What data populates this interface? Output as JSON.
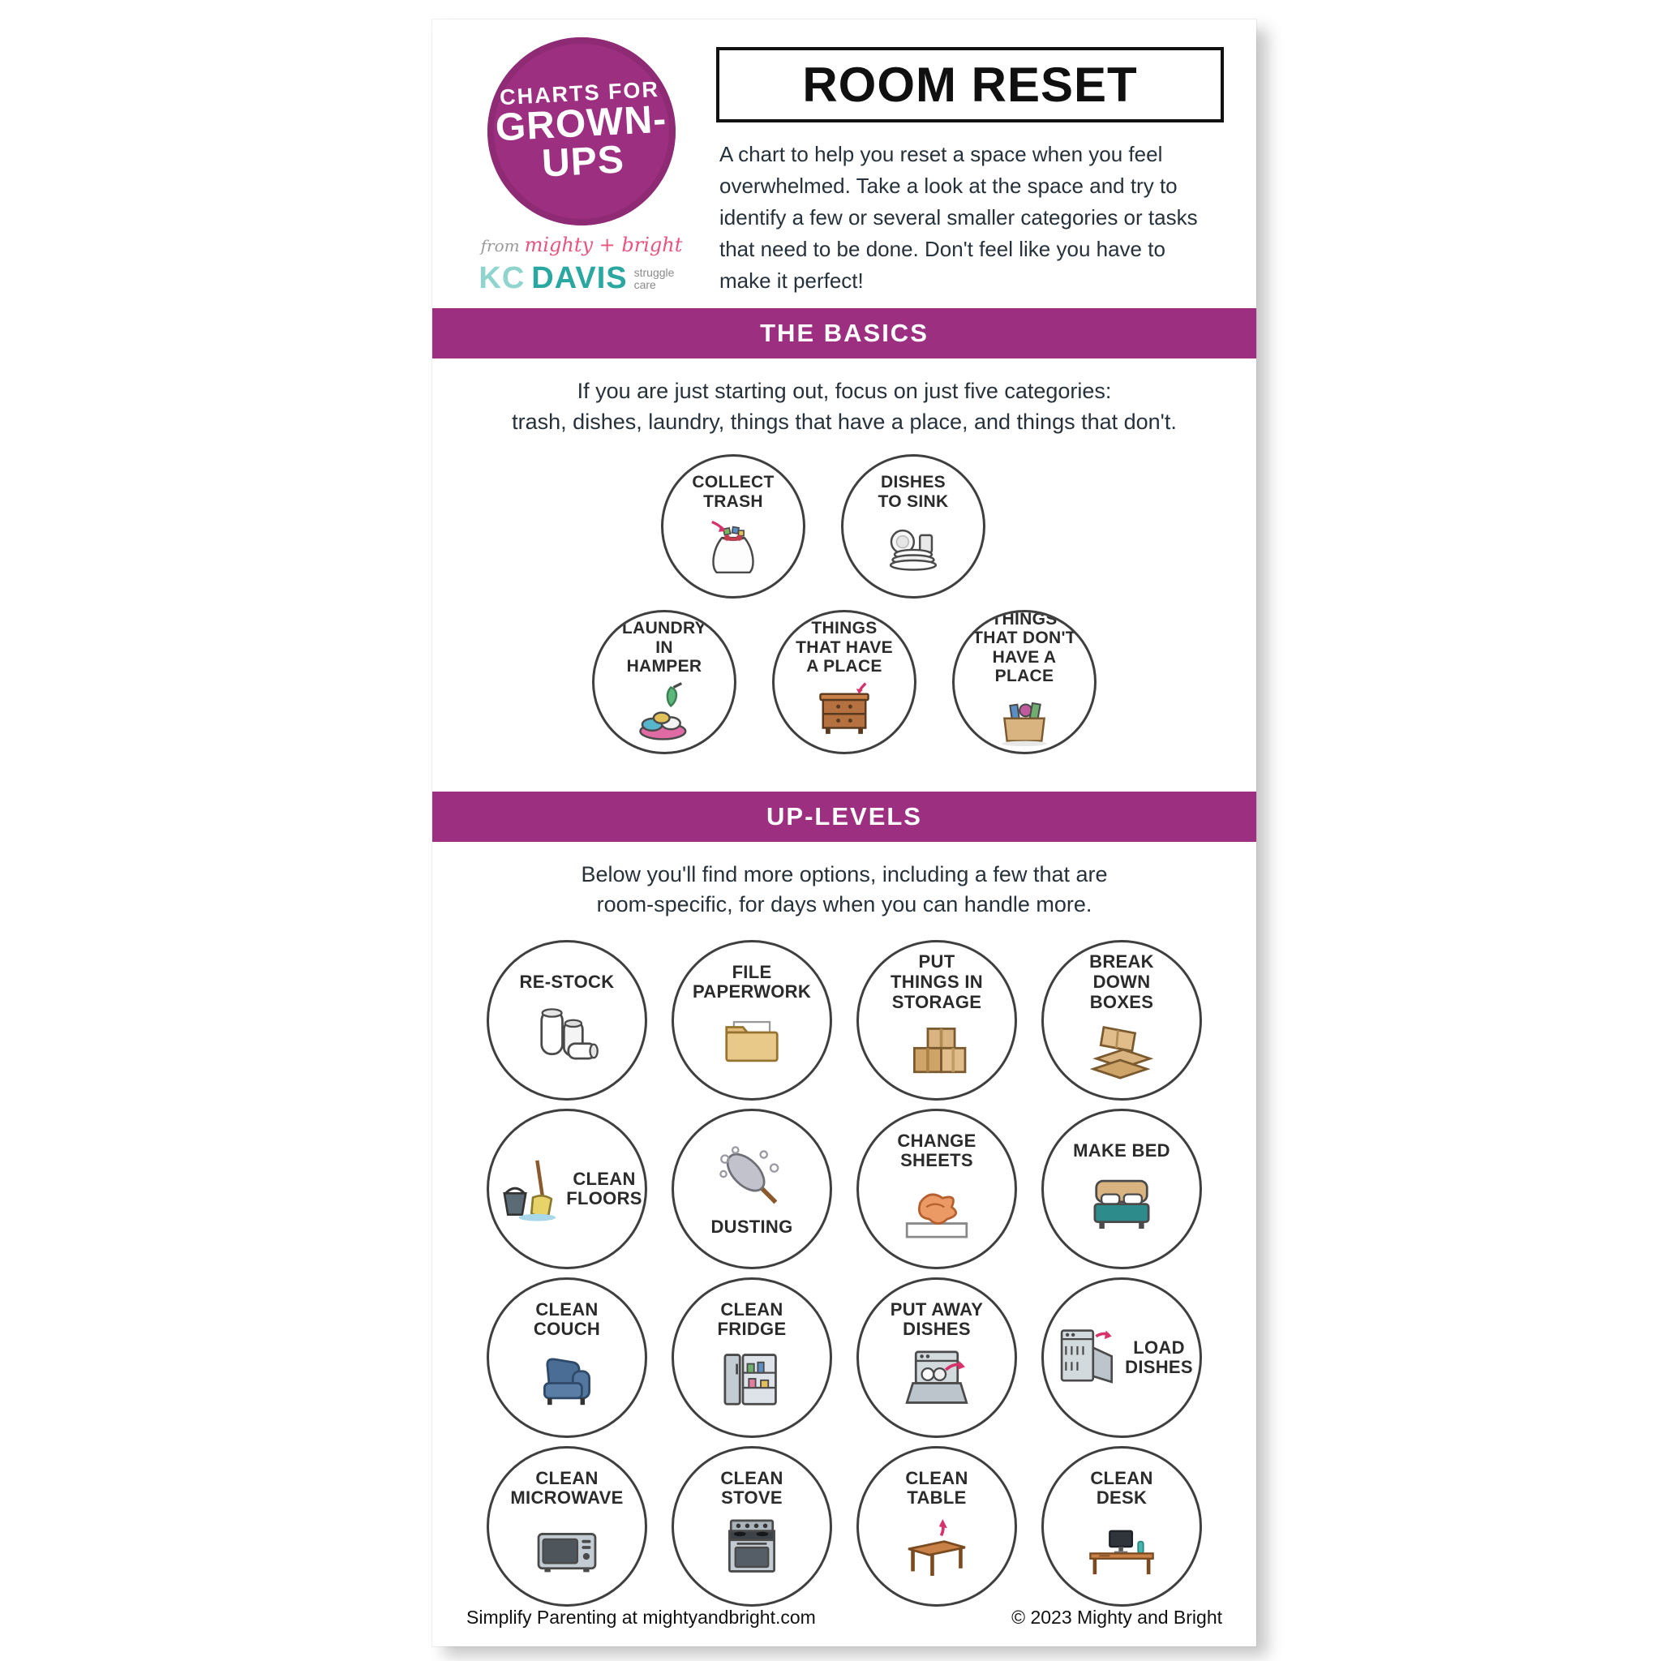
{
  "colors": {
    "accent_purple": "#9c2f80",
    "brand_pink": "#e8547e",
    "brand_teal": "#2aa7a0"
  },
  "logo": {
    "line1": "CHARTS FOR",
    "line2": "GROWN-",
    "line3": "UPS",
    "from_text": "from",
    "brand_script": "mighty + bright",
    "kc_first": "KC",
    "kc_last": "DAVIS",
    "kc_sub": "struggle care"
  },
  "header": {
    "title": "ROOM RESET",
    "description": "A chart to help you reset a space when you feel overwhelmed. Take a look at the space and try to identify a few or several smaller categories or tasks that need to be done. Don't feel like you have to make it perfect!"
  },
  "sections": {
    "basics": {
      "banner": "THE BASICS",
      "intro_line1": "If you are just starting out, focus on just five categories:",
      "intro_line2": "trash, dishes, laundry, things that have a place, and things that don't.",
      "rows": [
        [
          {
            "label_lines": [
              "COLLECT",
              "TRASH"
            ],
            "icon": "trash-bag"
          },
          {
            "label_lines": [
              "DISHES",
              "TO SINK"
            ],
            "icon": "dishes"
          }
        ],
        [
          {
            "label_lines": [
              "LAUNDRY",
              "IN",
              "HAMPER"
            ],
            "icon": "laundry"
          },
          {
            "label_lines": [
              "THINGS",
              "THAT HAVE",
              "A PLACE"
            ],
            "icon": "dresser"
          },
          {
            "label_lines": [
              "THINGS",
              "THAT DON'T",
              "HAVE A PLACE"
            ],
            "icon": "clutter-box"
          }
        ]
      ]
    },
    "uplevels": {
      "banner": "UP-LEVELS",
      "intro_line1": "Below you'll find more options, including a few that are",
      "intro_line2": "room-specific, for days when you can handle more.",
      "rows": [
        [
          {
            "label_lines": [
              "RE-STOCK"
            ],
            "icon": "paper-towels"
          },
          {
            "label_lines": [
              "FILE",
              "PAPERWORK"
            ],
            "icon": "folder"
          },
          {
            "label_lines": [
              "PUT",
              "THINGS IN",
              "STORAGE"
            ],
            "icon": "storage-boxes"
          },
          {
            "label_lines": [
              "BREAK",
              "DOWN",
              "BOXES"
            ],
            "icon": "flat-boxes"
          }
        ],
        [
          {
            "label_lines": [
              "CLEAN",
              "FLOORS"
            ],
            "icon": "mop",
            "pos": "right"
          },
          {
            "label_lines": [
              "DUSTING"
            ],
            "icon": "duster",
            "pos": "bottom"
          },
          {
            "label_lines": [
              "CHANGE",
              "SHEETS"
            ],
            "icon": "sheets"
          },
          {
            "label_lines": [
              "MAKE BED"
            ],
            "icon": "bed"
          }
        ],
        [
          {
            "label_lines": [
              "CLEAN",
              "COUCH"
            ],
            "icon": "couch"
          },
          {
            "label_lines": [
              "CLEAN",
              "FRIDGE"
            ],
            "icon": "fridge"
          },
          {
            "label_lines": [
              "PUT AWAY",
              "DISHES"
            ],
            "icon": "dishwasher-open"
          },
          {
            "label_lines": [
              "LOAD",
              "DISHES"
            ],
            "icon": "dishwasher-load",
            "pos": "right"
          }
        ],
        [
          {
            "label_lines": [
              "CLEAN",
              "MICROWAVE"
            ],
            "icon": "microwave"
          },
          {
            "label_lines": [
              "CLEAN",
              "STOVE"
            ],
            "icon": "stove"
          },
          {
            "label_lines": [
              "CLEAN",
              "TABLE"
            ],
            "icon": "table"
          },
          {
            "label_lines": [
              "CLEAN",
              "DESK"
            ],
            "icon": "desk"
          }
        ]
      ]
    }
  },
  "footer": {
    "left": "Simplify Parenting at mightyandbright.com",
    "right": "© 2023 Mighty and Bright"
  }
}
